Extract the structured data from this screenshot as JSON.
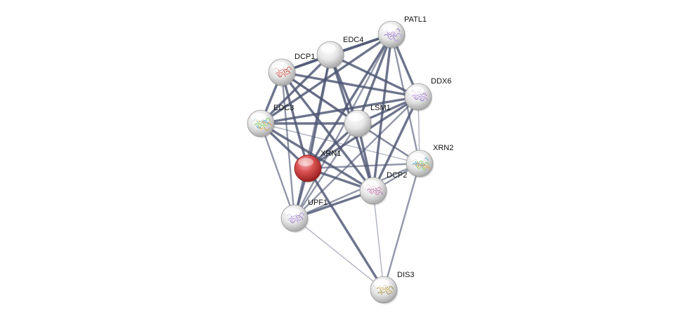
{
  "network": {
    "query_protein": "XRN1",
    "nodes": [
      {
        "id": "XRN1",
        "label": "XRN1",
        "query": true,
        "structure": "none"
      },
      {
        "id": "DCP1",
        "label": "DCP1",
        "query": false,
        "structure": "ribbon-red"
      },
      {
        "id": "EDC4",
        "label": "EDC4",
        "query": false,
        "structure": "none"
      },
      {
        "id": "PATL1",
        "label": "PATL1",
        "query": false,
        "structure": "ribbon-purple"
      },
      {
        "id": "DDX6",
        "label": "DDX6",
        "query": false,
        "structure": "ribbon-purple"
      },
      {
        "id": "EDC3",
        "label": "EDC3",
        "query": false,
        "structure": "ribbon-multicolor"
      },
      {
        "id": "LSM1",
        "label": "LSM1",
        "query": false,
        "structure": "none"
      },
      {
        "id": "XRN2",
        "label": "XRN2",
        "query": false,
        "structure": "ribbon-multicolor"
      },
      {
        "id": "DCP2",
        "label": "DCP2",
        "query": false,
        "structure": "ribbon-pink"
      },
      {
        "id": "UPF1",
        "label": "UPF1",
        "query": false,
        "structure": "ribbon-purple"
      },
      {
        "id": "DIS3",
        "label": "DIS3",
        "query": false,
        "structure": "ribbon-yellow"
      }
    ],
    "edges": [
      {
        "a": "XRN1",
        "b": "DCP1",
        "strength": "strong"
      },
      {
        "a": "XRN1",
        "b": "EDC4",
        "strength": "strong"
      },
      {
        "a": "XRN1",
        "b": "PATL1",
        "strength": "strong"
      },
      {
        "a": "XRN1",
        "b": "DDX6",
        "strength": "strong"
      },
      {
        "a": "XRN1",
        "b": "EDC3",
        "strength": "strong"
      },
      {
        "a": "XRN1",
        "b": "LSM1",
        "strength": "strong"
      },
      {
        "a": "XRN1",
        "b": "XRN2",
        "strength": "medium"
      },
      {
        "a": "XRN1",
        "b": "DCP2",
        "strength": "strong"
      },
      {
        "a": "XRN1",
        "b": "UPF1",
        "strength": "strong"
      },
      {
        "a": "XRN1",
        "b": "DIS3",
        "strength": "strong"
      },
      {
        "a": "DCP1",
        "b": "EDC4",
        "strength": "strong"
      },
      {
        "a": "DCP1",
        "b": "PATL1",
        "strength": "strong"
      },
      {
        "a": "DCP1",
        "b": "DDX6",
        "strength": "strong"
      },
      {
        "a": "DCP1",
        "b": "EDC3",
        "strength": "strong"
      },
      {
        "a": "DCP1",
        "b": "LSM1",
        "strength": "strong"
      },
      {
        "a": "DCP1",
        "b": "DCP2",
        "strength": "strong"
      },
      {
        "a": "DCP1",
        "b": "UPF1",
        "strength": "medium"
      },
      {
        "a": "DCP1",
        "b": "XRN2",
        "strength": "weak"
      },
      {
        "a": "EDC4",
        "b": "PATL1",
        "strength": "strong"
      },
      {
        "a": "EDC4",
        "b": "DDX6",
        "strength": "strong"
      },
      {
        "a": "EDC4",
        "b": "EDC3",
        "strength": "strong"
      },
      {
        "a": "EDC4",
        "b": "LSM1",
        "strength": "strong"
      },
      {
        "a": "EDC4",
        "b": "DCP2",
        "strength": "strong"
      },
      {
        "a": "EDC4",
        "b": "UPF1",
        "strength": "medium"
      },
      {
        "a": "PATL1",
        "b": "DDX6",
        "strength": "strong"
      },
      {
        "a": "PATL1",
        "b": "EDC3",
        "strength": "strong"
      },
      {
        "a": "PATL1",
        "b": "LSM1",
        "strength": "strong"
      },
      {
        "a": "PATL1",
        "b": "DCP2",
        "strength": "strong"
      },
      {
        "a": "PATL1",
        "b": "XRN2",
        "strength": "medium"
      },
      {
        "a": "PATL1",
        "b": "UPF1",
        "strength": "medium"
      },
      {
        "a": "DDX6",
        "b": "EDC3",
        "strength": "strong"
      },
      {
        "a": "DDX6",
        "b": "LSM1",
        "strength": "strong"
      },
      {
        "a": "DDX6",
        "b": "DCP2",
        "strength": "strong"
      },
      {
        "a": "DDX6",
        "b": "XRN2",
        "strength": "weak"
      },
      {
        "a": "DDX6",
        "b": "UPF1",
        "strength": "medium"
      },
      {
        "a": "EDC3",
        "b": "LSM1",
        "strength": "strong"
      },
      {
        "a": "EDC3",
        "b": "DCP2",
        "strength": "strong"
      },
      {
        "a": "EDC3",
        "b": "UPF1",
        "strength": "medium"
      },
      {
        "a": "EDC3",
        "b": "XRN2",
        "strength": "weak"
      },
      {
        "a": "LSM1",
        "b": "DCP2",
        "strength": "strong"
      },
      {
        "a": "LSM1",
        "b": "UPF1",
        "strength": "medium"
      },
      {
        "a": "LSM1",
        "b": "XRN2",
        "strength": "medium"
      },
      {
        "a": "XRN2",
        "b": "DCP2",
        "strength": "medium"
      },
      {
        "a": "XRN2",
        "b": "DIS3",
        "strength": "medium"
      },
      {
        "a": "XRN2",
        "b": "UPF1",
        "strength": "medium"
      },
      {
        "a": "DCP2",
        "b": "UPF1",
        "strength": "strong"
      },
      {
        "a": "DCP2",
        "b": "DIS3",
        "strength": "weak"
      },
      {
        "a": "UPF1",
        "b": "DIS3",
        "strength": "weak"
      }
    ],
    "colors": {
      "edge": "#4d5573",
      "query_node": "#d94040",
      "node": "#e8e8e8"
    }
  }
}
